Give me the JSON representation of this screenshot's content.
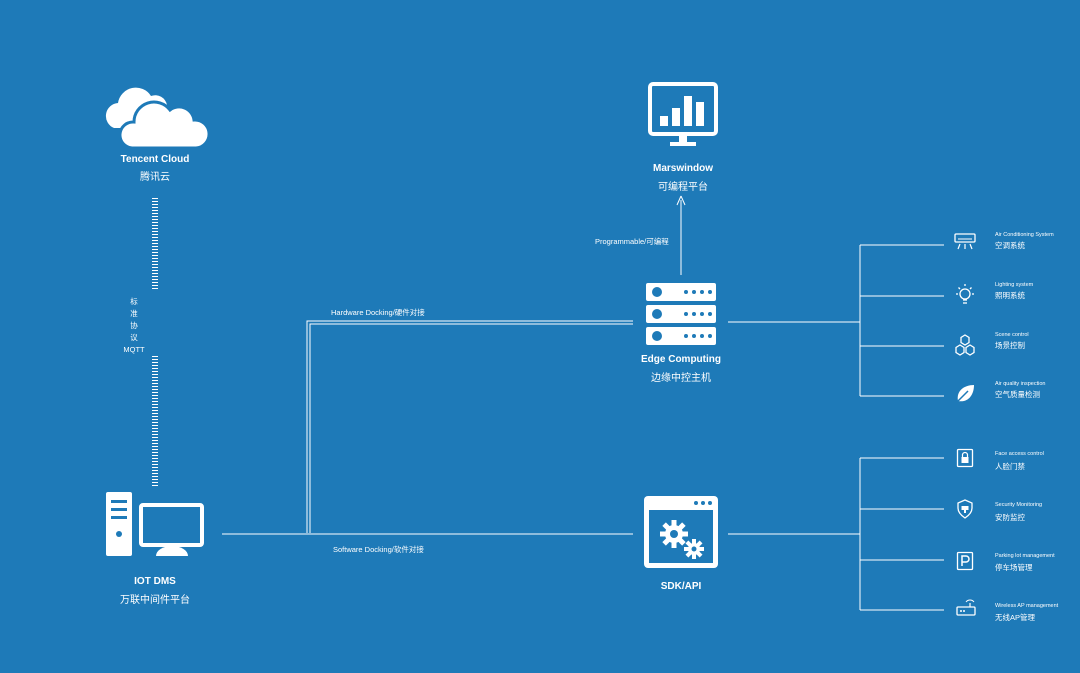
{
  "colors": {
    "background": "#1e7ab8",
    "foreground": "#ffffff"
  },
  "nodes": {
    "tencent_cloud": {
      "name_en": "Tencent Cloud",
      "name_cn": "腾讯云",
      "icon": "cloud-icon"
    },
    "marswindow": {
      "name_en": "Marswindow",
      "name_cn": "可编程平台",
      "icon": "monitor-chart-icon"
    },
    "edge_computing": {
      "name_en": "Edge Computing",
      "name_cn": "边缘中控主机",
      "icon": "server-icon"
    },
    "iot_dms": {
      "name_en": "IOT DMS",
      "name_cn": "万联中间件平台",
      "icon": "desktop-computer-icon"
    },
    "sdk_api": {
      "name_en": "SDK/API",
      "name_cn": "",
      "icon": "gears-window-icon"
    }
  },
  "edges": {
    "mqtt_chars": [
      "标",
      "准",
      "协",
      "议",
      "MQTT"
    ],
    "programmable": "Programmable/可编程",
    "hardware_docking": "Hardware Docking/硬件对接",
    "software_docking": "Software Docking/软件对接"
  },
  "systems_group_1": [
    {
      "en": "Air Conditioning System",
      "cn": "空调系统",
      "icon": "air-conditioner-icon"
    },
    {
      "en": "Lighting system",
      "cn": "照明系统",
      "icon": "light-bulb-icon"
    },
    {
      "en": "Scene control",
      "cn": "场景控制",
      "icon": "hexagons-icon"
    },
    {
      "en": "Air quality inspection",
      "cn": "空气质量检测",
      "icon": "leaf-icon"
    }
  ],
  "systems_group_2": [
    {
      "en": "Face access control",
      "cn": "人脸门禁",
      "icon": "face-lock-icon"
    },
    {
      "en": "Security Monitoring",
      "cn": "安防监控",
      "icon": "shield-icon"
    },
    {
      "en": "Parking lot management",
      "cn": "停车场管理",
      "icon": "parking-icon"
    },
    {
      "en": "Wireless AP management",
      "cn": "无线AP管理",
      "icon": "router-icon"
    }
  ]
}
